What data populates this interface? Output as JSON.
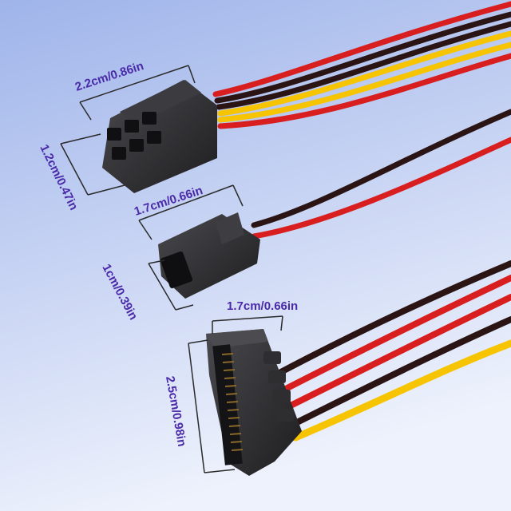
{
  "dimensions": {
    "pcie_width": "2.2cm/0.86in",
    "pcie_height": "1.2cm/0.47in",
    "sata_small_width": "1.7cm/0.66in",
    "sata_small_height": "1cm/0.39in",
    "sata_large_width": "1.7cm/0.66in",
    "sata_large_height": "2.5cm/0.98in"
  },
  "colors": {
    "background_top": "#9fb4ea",
    "background_bottom": "#e8eefb",
    "wire_red": "#d81e1e",
    "wire_yellow": "#f6c400",
    "wire_black": "#2a1414",
    "connector": "#2a2a2c",
    "dimension_text": "#4a2aa8"
  }
}
